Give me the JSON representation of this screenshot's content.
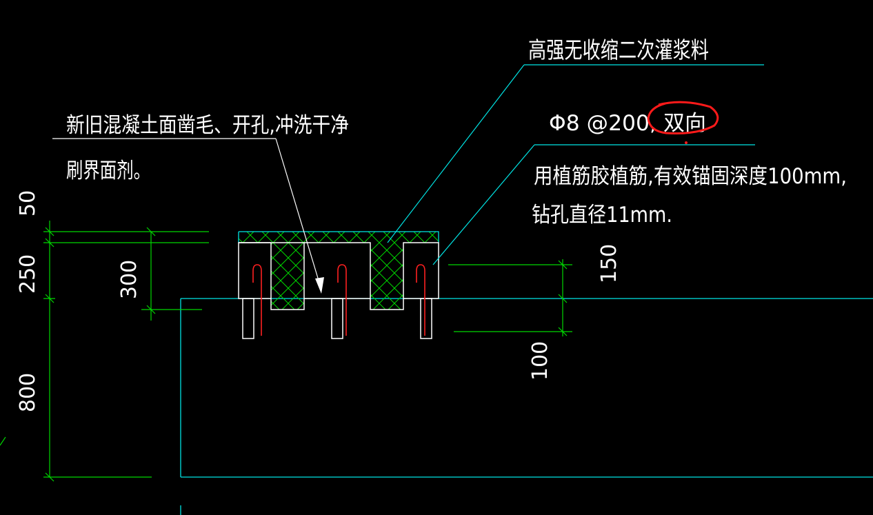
{
  "annotations": {
    "grout_label": "高强无收缩二次灌浆料",
    "surface_line1": "新旧混凝土面凿毛、开孔,冲洗干净",
    "surface_line2": "刷界面剂。",
    "rebar_spec": "Φ8 @200,",
    "rebar_circled": "双向",
    "anchor_line1": "用植筋胶植筋,有效锚固深度100mm,",
    "anchor_line2": "钻孔直径11mm."
  },
  "dimensions": {
    "d50": "50",
    "d250": "250",
    "d300": "300",
    "d800": "800",
    "d150": "150",
    "d100": "100"
  },
  "colors": {
    "background": "#000000",
    "concrete_outline": "#00e5e5",
    "dimension": "#00d800",
    "hatch": "#00d800",
    "rebar": "#ff2020",
    "text": "#ffffff",
    "markup_circle": "#ff1a1a"
  }
}
